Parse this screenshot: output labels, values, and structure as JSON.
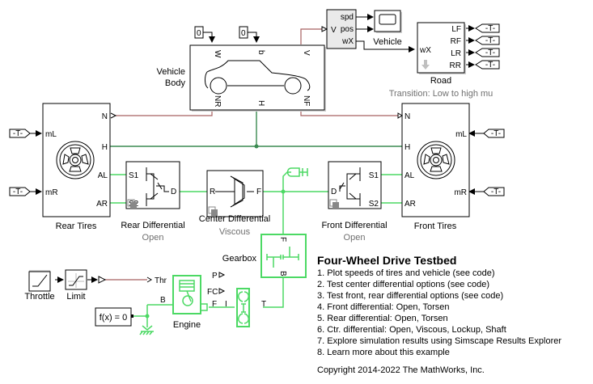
{
  "blocks": {
    "vehicle_body": {
      "label_line1": "Vehicle",
      "label_line2": "Body",
      "ports": {
        "w": "W",
        "b": "b",
        "v": "V",
        "nr": "NR",
        "h": "H",
        "nf": "NF"
      }
    },
    "const_w": {
      "value": "0"
    },
    "const_b": {
      "value": "0"
    },
    "bus_selector": {
      "in": "V",
      "out1": "spd",
      "out2": "pos",
      "out3": "wX"
    },
    "scope": {
      "label": "Vehicle"
    },
    "road": {
      "label": "Road",
      "sublabel": "Transition: Low to high mu",
      "in": "wX",
      "out1": "LF",
      "out2": "RF",
      "out3": "LR",
      "out4": "RR"
    },
    "goto_tag": "-T-",
    "rear_tires": {
      "label": "Rear Tires",
      "ports": {
        "ml": "mL",
        "mr": "mR",
        "n": "N",
        "h": "H",
        "al": "AL",
        "ar": "AR"
      }
    },
    "front_tires": {
      "label": "Front Tires",
      "ports": {
        "ml": "mL",
        "mr": "mR",
        "n": "N",
        "h": "H",
        "al": "AL",
        "ar": "AR"
      }
    },
    "rear_diff": {
      "label": "Rear Differential",
      "variant": "Open",
      "ports": {
        "s1": "S1",
        "s2": "S2",
        "d": "D"
      }
    },
    "center_diff": {
      "label": "Center Differential",
      "variant": "Viscous",
      "ports": {
        "r": "R",
        "f": "F"
      }
    },
    "front_diff": {
      "label": "Front Differential",
      "variant": "Open",
      "ports": {
        "s1": "S1",
        "s2": "S2",
        "d": "D"
      }
    },
    "gearbox": {
      "label": "Gearbox",
      "ports": {
        "f": "F",
        "b": "B"
      }
    },
    "throttle": {
      "label": "Throttle"
    },
    "limit": {
      "label": "Limit"
    },
    "engine": {
      "label": "Engine",
      "ports": {
        "thr": "Thr",
        "b": "B",
        "f": "F",
        "p": "P",
        "fc": "FC"
      }
    },
    "torque_converter": {
      "ports": {
        "i": "I",
        "t": "T"
      }
    },
    "solver": {
      "label": "f(x) = 0"
    }
  },
  "annotation": {
    "title": "Four-Wheel Drive Testbed",
    "items": [
      "1. Plot speeds of tires and vehicle (see code)",
      "2. Test center differential options (see code)",
      "3. Test front, rear differential options (see code)",
      "4. Front differential: Open, Torsen",
      "5. Rear differential: Open, Torsen",
      "6. Ctr. differential: Open, Viscous, Lockup, Shaft",
      "7. Explore simulation results using Simscape Results Explorer",
      "8. Learn more about this example"
    ],
    "copyright": "Copyright 2014-2022 The MathWorks, Inc."
  },
  "colors": {
    "physical_signal": "#a86060",
    "mechanical_line": "#3a8a50",
    "rotational_line": "#4cd964"
  }
}
